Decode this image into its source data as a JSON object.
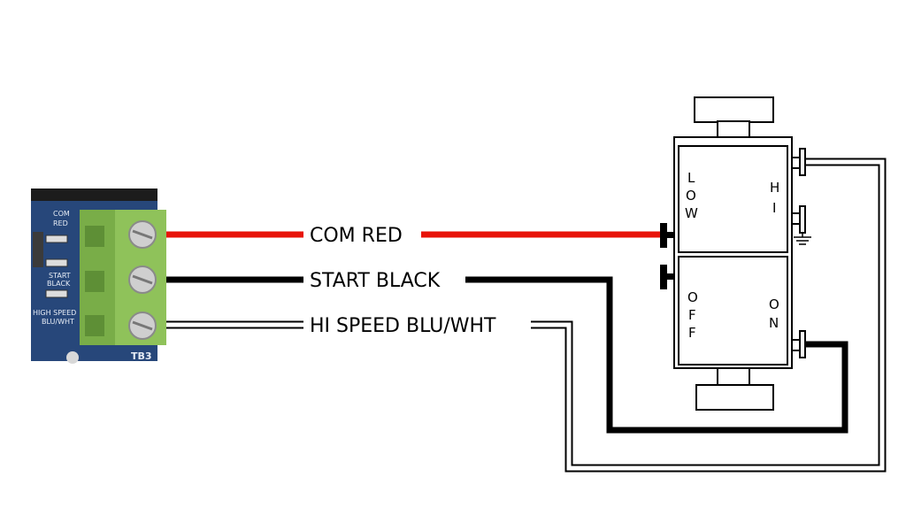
{
  "wires": {
    "com": {
      "label": "COM RED",
      "color": "#e8140a"
    },
    "start": {
      "label": "START BLACK",
      "color": "#000000"
    },
    "hispeed": {
      "label": "HI SPEED BLU/WHT",
      "color": "#ffffff"
    }
  },
  "switch": {
    "top_left": [
      "L",
      "O",
      "W"
    ],
    "top_right": [
      "H",
      "I"
    ],
    "bottom_left": [
      "O",
      "F",
      "F"
    ],
    "bottom_right": [
      "O",
      "N"
    ]
  },
  "terminal_board": {
    "labels": [
      "COM",
      "RED",
      "START",
      "BLACK",
      "HIGH SPEED",
      "BLU/WHT"
    ],
    "board_id": "TB3",
    "colors": {
      "pcb": "#27477a",
      "terminal": "#8fc25a",
      "screw": "#cfcfcf"
    }
  }
}
